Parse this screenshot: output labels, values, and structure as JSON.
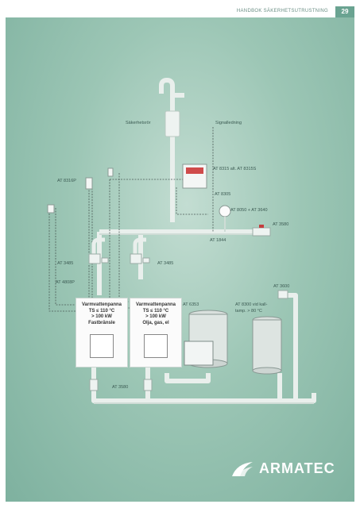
{
  "header": {
    "title": "HANDBOK SÄKERHETSUTRUSTNING",
    "page_number": "29"
  },
  "labels": {
    "sakerhetsror": "Säkerhetsrör",
    "signalledning": "Signalledning",
    "at8315": "AT 8315 alt. AT 8315S",
    "at8316p": "AT 8316P",
    "at8305": "AT 8305",
    "at8050": "AT 8050 + AT 3640",
    "at3580a": "AT 3580",
    "at1844": "AT 1844",
    "at3485l": "AT 3485",
    "at3485r": "AT 3485",
    "at4808p": "AT 4808P",
    "at6353": "AT 6353",
    "at3600": "AT 3600",
    "at8300": "AT 8300 vid kall-",
    "at8300b": "tamp. > 80 °C",
    "at3580b": "AT 3580"
  },
  "boilers": [
    {
      "l1": "Varmvattenpanna",
      "l2": "TS ≤ 110 °C",
      "l3": "> 100 kW",
      "l4": "Fastbränsle"
    },
    {
      "l1": "Varmvattenpanna",
      "l2": "TS ≤ 110 °C",
      "l3": "> 100 kW",
      "l4": "Olja, gas, el"
    }
  ],
  "logo": {
    "text": "ARMATEC"
  }
}
